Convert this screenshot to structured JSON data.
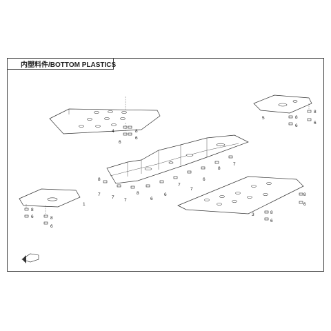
{
  "title": "内塑料件/BOTTOM PLASTICS",
  "callouts": {
    "one": "1",
    "three": "3",
    "four": "4",
    "five": "5",
    "six": "6",
    "seven": "7",
    "eight": "8"
  },
  "colors": {
    "line": "#333333",
    "background": "#ffffff"
  },
  "icons": {
    "direction_arrow": "front-direction-arrow-icon"
  }
}
